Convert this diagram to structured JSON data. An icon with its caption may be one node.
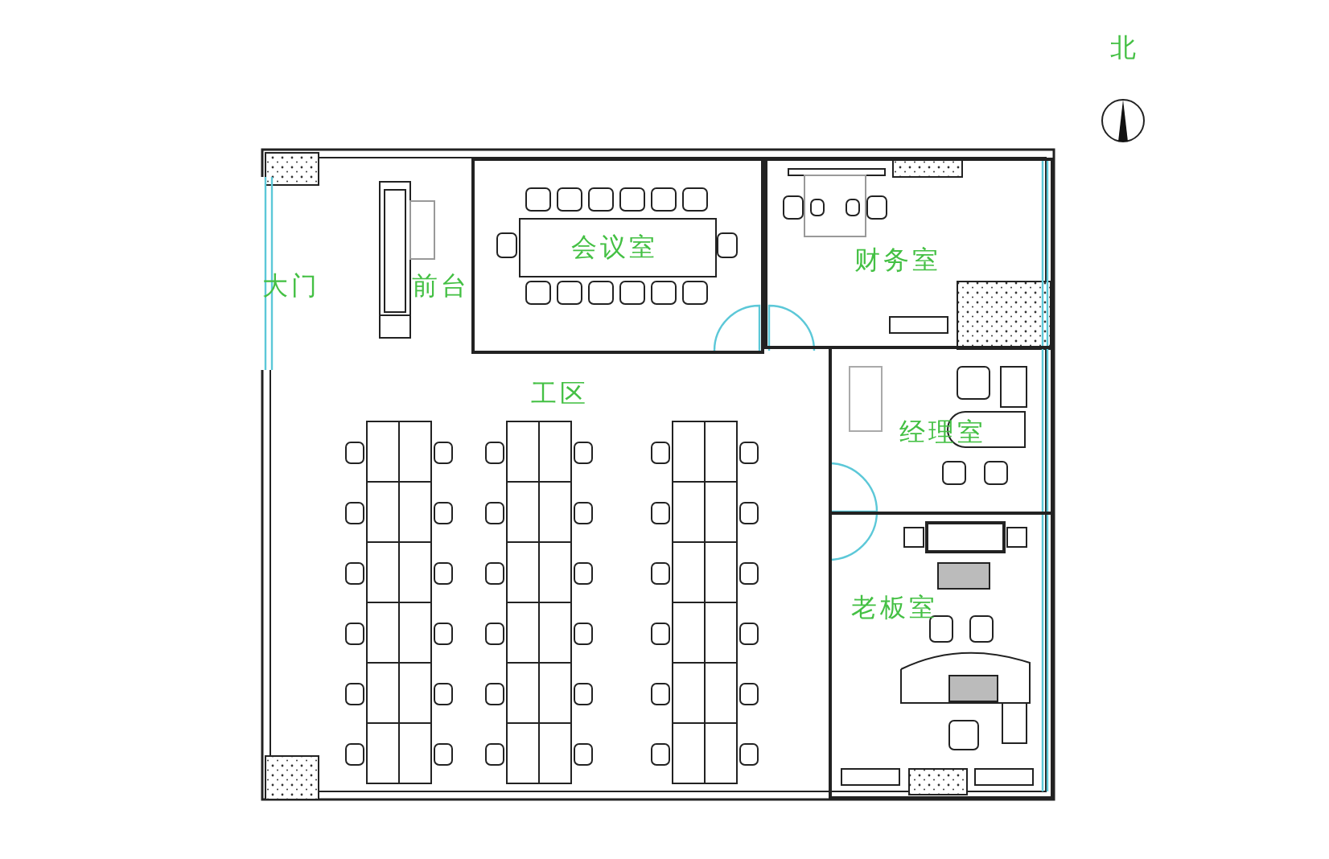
{
  "diagram": {
    "nodes": [
      {
        "text": [
          "会议室"
        ]
      },
      {
        "text": [
          "财务室"
        ]
      },
      {
        "text": [
          "经理室"
        ]
      },
      {
        "text": [
          "老板室"
        ]
      }
    ],
    "labels": [
      "北",
      "大门",
      "前台",
      "工区"
    ]
  }
}
